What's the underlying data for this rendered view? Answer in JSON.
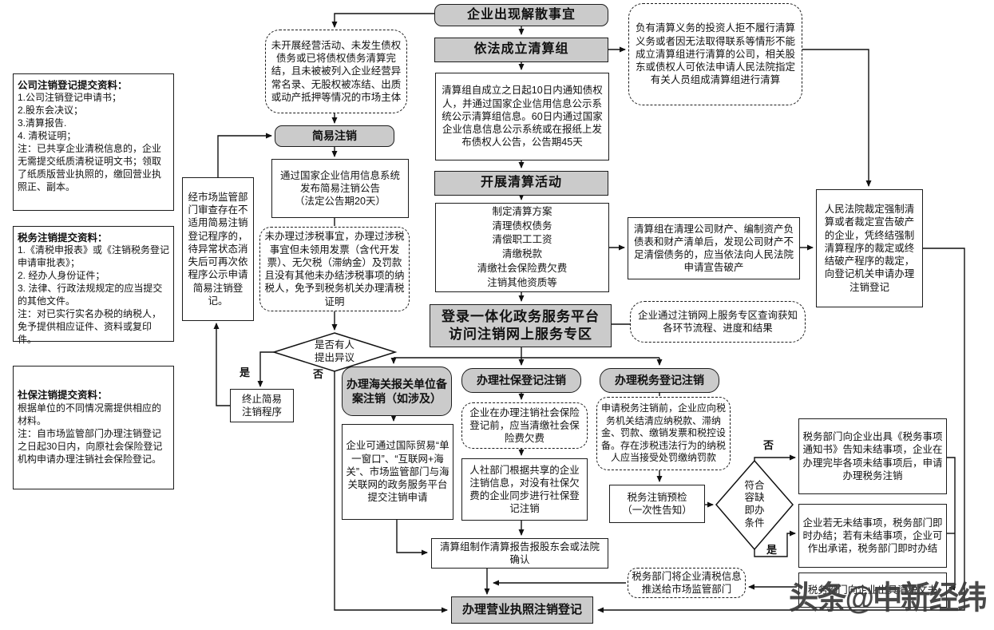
{
  "colors": {
    "node_fill": "#cbcbcb",
    "line": "#111111"
  },
  "watermark": "头条@中新经纬",
  "edge_labels": {
    "objection_yes": "是",
    "objection_no": "否",
    "concession_no": "否",
    "concession_yes": "是"
  },
  "notes": {
    "company": {
      "title": "公司注销登记提交资料：",
      "body": "1.公司注销登记申请书；\n2.股东会决议；\n3.清算报告.\n4. 清税证明；\n注：已共享企业清税信息的，企业无需提交纸质清税证明文书；领取了纸质版营业执照的，缴回营业执照正、副本。"
    },
    "tax": {
      "title": "税务注销提交资料：",
      "body": "1.《清税申报表》或《注销税务登记申请审批表》；\n2. 经办人身份证件；\n3. 法律、行政法规规定的应当提交的其他文件。\n注：对已实行实名办税的纳税人，免予提供相应证件、资料或复印件。"
    },
    "social": {
      "title": "社保注销提交资料：",
      "body": "根据单位的不同情况需提供相应的材料。\n注：自市场监管部门办理注销登记之日起30日内，向原社会保险登记机构申请办理注销社会保险登记。"
    }
  },
  "nodes": {
    "dissolve": "企业出现解散事宜",
    "liquidation_group": "依法成立清算组",
    "notify": "清算组自成立之日起10日内通知债权人，并通过国家企业信用信息公示系统公示清算组信息。60日内通过国家企业信息信息公示系统或在报纸上发布债权人公告，公告期45天",
    "investor": "负有清算义务的投资人拒不履行清算义务或者因无法取得联系等情形不能成立清算组进行清算的公司，相关股东或债权人可依法申请人民法院指定有关人员组成清算组进行清算",
    "cloud_simple": "未开展经营活动、未发生债权债务或已将债权债务清算完结，且未被被列入企业经营异常名录、无股权被冻结、出质或动产抵押等情况的市场主体",
    "simple": "简易注销",
    "announce": "通过国家企业信用信息系统发布简易注销公告\n（法定公告期20天）",
    "no_tax_matters": "未办理过涉税事宜，办理过涉税事宜但未领用发票（含代开发票）、无欠税（滞纳金）及罚款且没有其他未办结涉税事项的纳税人，免予到税务机关办理清税证明",
    "review": "经市场监管部门审查存在不适用简易注销登记程序的，待异常状态消失后可再次依程序公示申请简易注销登记。",
    "objection_diamond": "是否有人\n提出异议",
    "terminate": "终止简易\n注销程序",
    "carry_out": "开展清算活动",
    "plan": "制定清算方案\n清理债权债务\n清偿职工工资\n清缴税款\n清缴社会保险费欠费\n注销其他资质等",
    "login": "登录一体化政务服务平台\n访问注销网上服务专区",
    "liquidate_find": "清算组在清理公司财产、编制资产负债表和财产清单后，发现公司财产不足清偿债务的，应当依法向人民法院申请宣告破产",
    "query": "企业通过注销网上服务专区查询获知各环节流程、进度和结果",
    "court": "人民法院裁定强制清算或者裁定宣告破产的企业，凭终结强制清算程序的裁定或终结破产程序的裁定，向登记机关申请办理注销登记",
    "hdr_customs": "办理海关报关单位备案注销（如涉及）",
    "hdr_social": "办理社保登记注销",
    "hdr_tax": "办理税务登记注销",
    "customs_detail": "企业可通过国际贸易“单一窗口”、“互联网+海关”、市场监管部门与海关联网的政务服务平台提交注销申请",
    "social_clear": "企业在办理注销社会保险登记前，应当清缴社会保险费欠费",
    "social_sync": "人社部门根据共享的企业注销信息，对没有社保欠费的企业同步进行社保登记注销",
    "tax_clear": "申请税务注销前，企业应向税务机关结清应纳税款、滞纳金、罚款、缴销发票和税控设备。存在涉税违法行为的纳税人应当接受处罚缴纳罚款",
    "precheck": "税务注销预检\n（一次性告知）",
    "concession_diamond": "符合\n容缺\n即办\n条件",
    "notice": "税务部门向企业出具《税务事项通知书》告知未结事项，企业在办理完毕各项未结事项后，申请办理税务注销",
    "immediate": "企业若无未结事项，税务部门即时办结；若有未结事项，企业可作出承诺，税务部门即时办结",
    "certificate": "税务部门向企业出具清税文书",
    "report": "清算组制作清算报告报股东会或法院确认",
    "push": "税务部门将企业清税信息推送给市场监管部门",
    "license": "办理营业执照注销登记"
  }
}
